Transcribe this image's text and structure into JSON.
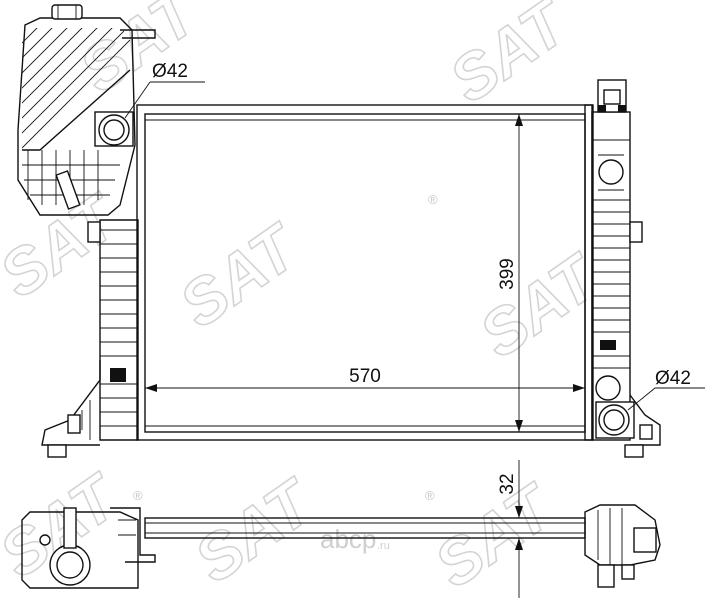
{
  "dimensions": {
    "width": "570",
    "height": "399",
    "depth": "32",
    "outlet_top": "Ø42",
    "outlet_bottom": "Ø42"
  },
  "watermark": {
    "brand": "SAT",
    "registered": "®",
    "site": "abcp",
    "site_suffix": ".ru"
  },
  "colors": {
    "line": "#111111",
    "watermark": "#d4d4d4",
    "background": "#ffffff"
  }
}
